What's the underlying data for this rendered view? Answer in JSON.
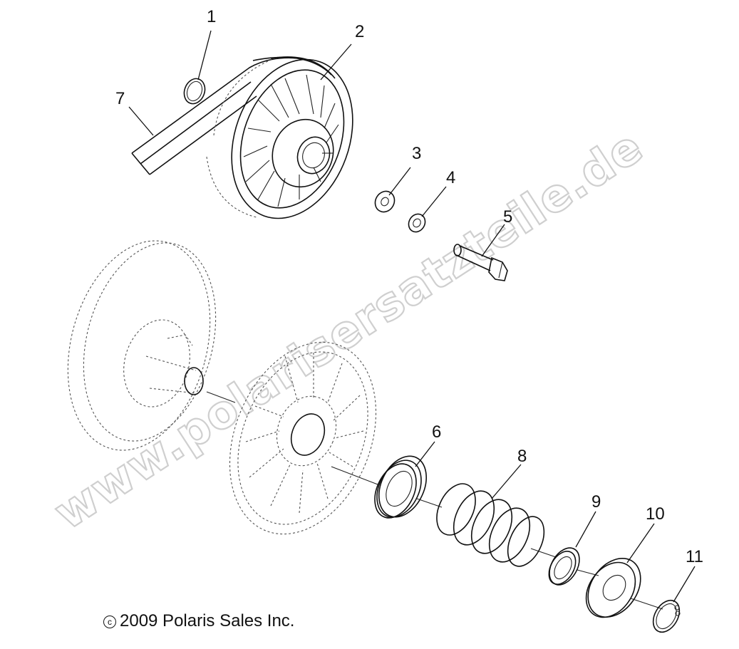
{
  "diagram": {
    "callouts": [
      "1",
      "2",
      "3",
      "4",
      "5",
      "6",
      "7",
      "8",
      "9",
      "10",
      "11"
    ],
    "watermark": "www.polarisersatzteile.de"
  },
  "footer": {
    "copyright_symbol": "c",
    "copyright_text": "2009 Polaris Sales Inc."
  }
}
